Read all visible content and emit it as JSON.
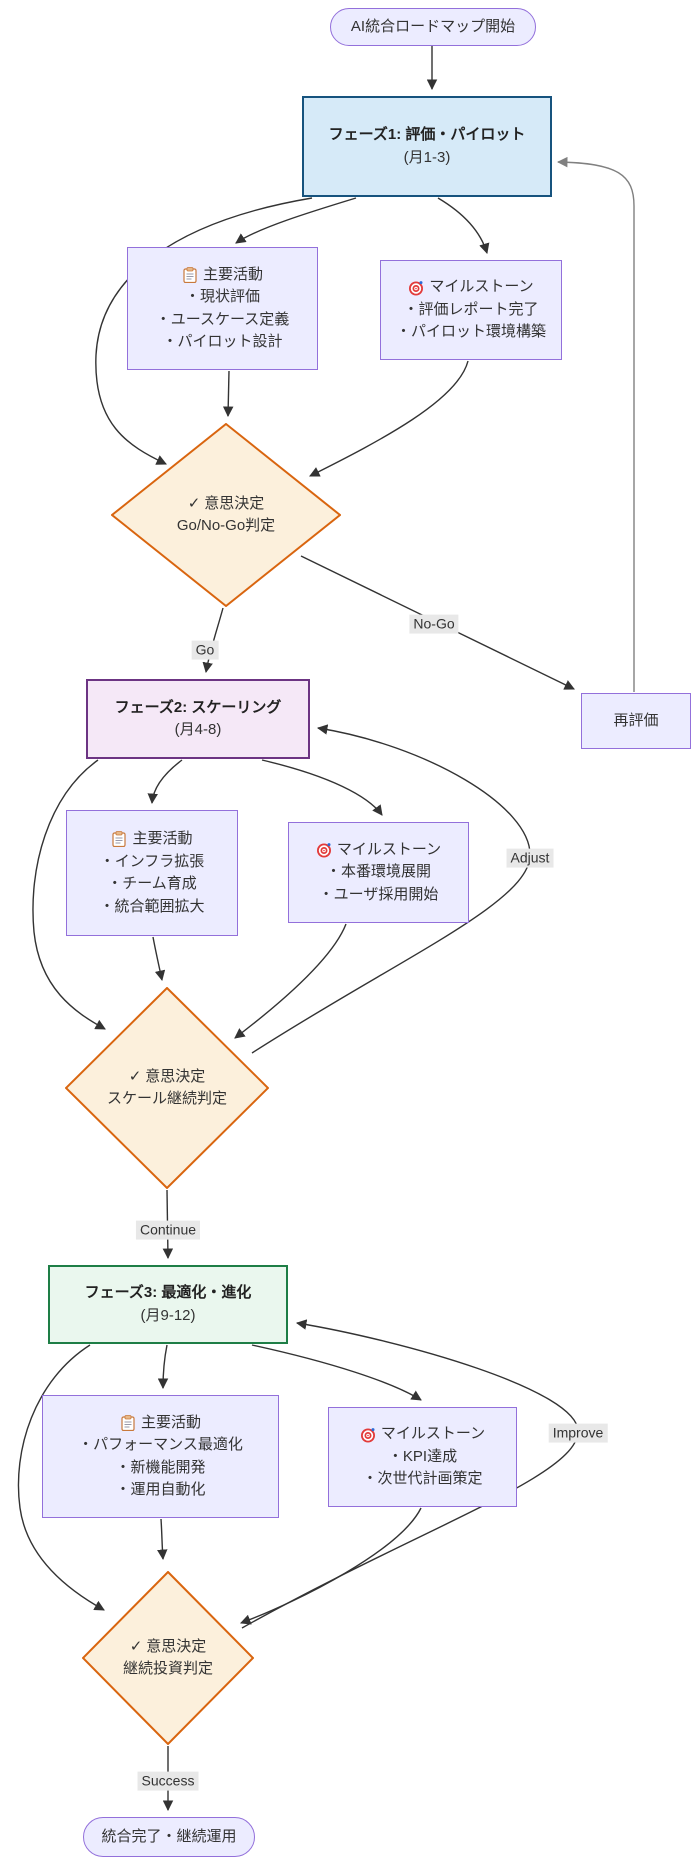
{
  "colors": {
    "default_fill": "#ECECFF",
    "default_border": "#9370DB",
    "phase1_fill": "#d6eaf8",
    "phase1_border": "#16537e",
    "phase2_fill": "#f5e8f7",
    "phase2_border": "#6c3483",
    "phase3_fill": "#eaf7ee",
    "phase3_border": "#1e7e46",
    "decision_fill": "#fcf0dc",
    "decision_border": "#d9650f",
    "edge": "#333333",
    "edge_label_bg": "#e8e8e8"
  },
  "nodes": {
    "start": {
      "label": "AI統合ロードマップ開始"
    },
    "phase1": {
      "title": "フェーズ1: 評価・パイロット",
      "period": "(月1-3)"
    },
    "activity1": {
      "icon": "clipboard",
      "heading": "主要活動",
      "items": [
        "・現状評価",
        "・ユースケース定義",
        "・パイロット設計"
      ]
    },
    "milestone1": {
      "icon": "target",
      "heading": "マイルストーン",
      "items": [
        "・評価レポート完了",
        "・パイロット環境構築"
      ]
    },
    "decision1": {
      "check": "✓",
      "heading": "意思決定",
      "sub": "Go/No-Go判定"
    },
    "reevaluate": {
      "label": "再評価"
    },
    "phase2": {
      "title": "フェーズ2: スケーリング",
      "period": "(月4-8)"
    },
    "activity2": {
      "icon": "clipboard",
      "heading": "主要活動",
      "items": [
        "・インフラ拡張",
        "・チーム育成",
        "・統合範囲拡大"
      ]
    },
    "milestone2": {
      "icon": "target",
      "heading": "マイルストーン",
      "items": [
        "・本番環境展開",
        "・ユーザ採用開始"
      ]
    },
    "decision2": {
      "check": "✓",
      "heading": "意思決定",
      "sub": "スケール継続判定"
    },
    "phase3": {
      "title": "フェーズ3: 最適化・進化",
      "period": "(月9-12)"
    },
    "activity3": {
      "icon": "clipboard",
      "heading": "主要活動",
      "items": [
        "・パフォーマンス最適化",
        "・新機能開発",
        "・運用自動化"
      ]
    },
    "milestone3": {
      "icon": "target",
      "heading": "マイルストーン",
      "items": [
        "・KPI達成",
        "・次世代計画策定"
      ]
    },
    "decision3": {
      "check": "✓",
      "heading": "意思決定",
      "sub": "継続投資判定"
    },
    "end": {
      "label": "統合完了・継続運用"
    }
  },
  "edge_labels": {
    "go": "Go",
    "no_go": "No-Go",
    "cont": "Continue",
    "adjust": "Adjust",
    "improve": "Improve",
    "success": "Success"
  }
}
